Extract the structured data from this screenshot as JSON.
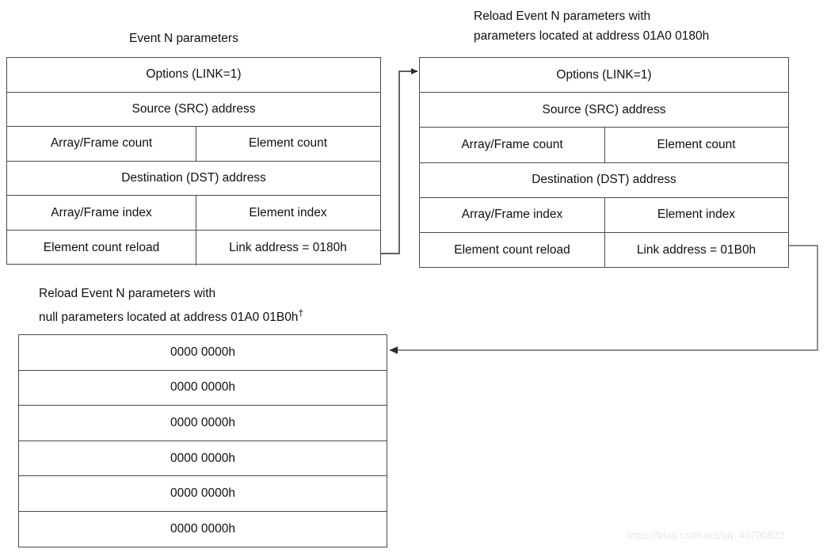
{
  "diagram": {
    "title": "EDMA linked parameter set reload chain",
    "line_color": "#4a4a4a",
    "text_color": "#111111",
    "background": "#ffffff"
  },
  "captions": {
    "event_n": {
      "line1": "Event N parameters"
    },
    "reload_params": {
      "line1": "Reload Event N parameters with",
      "line2": "parameters located at address 01A0 0180h"
    },
    "reload_null": {
      "line1": "Reload Event N parameters with",
      "line2": "null parameters located at address 01A0 01B0h",
      "dagger": "†"
    }
  },
  "tables": {
    "event_n": {
      "rows": [
        {
          "type": "full",
          "cells": [
            "Options (LINK=1)"
          ]
        },
        {
          "type": "full",
          "cells": [
            "Source (SRC) address"
          ]
        },
        {
          "type": "split",
          "cells": [
            "Array/Frame count",
            "Element  count"
          ]
        },
        {
          "type": "full",
          "cells": [
            "Destination (DST) address"
          ]
        },
        {
          "type": "split",
          "cells": [
            "Array/Frame index",
            "Element  index"
          ]
        },
        {
          "type": "split",
          "cells": [
            "Element count reload",
            "Link address =  0180h"
          ]
        }
      ]
    },
    "reload_params": {
      "rows": [
        {
          "type": "full",
          "cells": [
            "Options (LINK=1)"
          ]
        },
        {
          "type": "full",
          "cells": [
            "Source (SRC) address"
          ]
        },
        {
          "type": "split",
          "cells": [
            "Array/Frame count",
            "Element  count"
          ]
        },
        {
          "type": "full",
          "cells": [
            "Destination (DST) address"
          ]
        },
        {
          "type": "split",
          "cells": [
            "Array/Frame index",
            "Element  index"
          ]
        },
        {
          "type": "split",
          "cells": [
            "Element count reload",
            "Link address =  01B0h"
          ]
        }
      ]
    },
    "reload_null": {
      "rows": [
        {
          "type": "full",
          "cells": [
            "0000 0000h"
          ]
        },
        {
          "type": "full",
          "cells": [
            "0000 0000h"
          ]
        },
        {
          "type": "full",
          "cells": [
            "0000 0000h"
          ]
        },
        {
          "type": "full",
          "cells": [
            "0000 0000h"
          ]
        },
        {
          "type": "full",
          "cells": [
            "0000 0000h"
          ]
        },
        {
          "type": "full",
          "cells": [
            "0000 0000h"
          ]
        }
      ]
    }
  },
  "connectors": [
    {
      "name": "link-0180h",
      "from": "event-n-link-address-cell",
      "to": "reload-params-options-row"
    },
    {
      "name": "link-01b0h",
      "from": "reload-params-link-address-cell",
      "to": "reload-null-first-row"
    }
  ],
  "watermark": {
    "text": "https://blog.csdn.net/qq_40700822"
  }
}
